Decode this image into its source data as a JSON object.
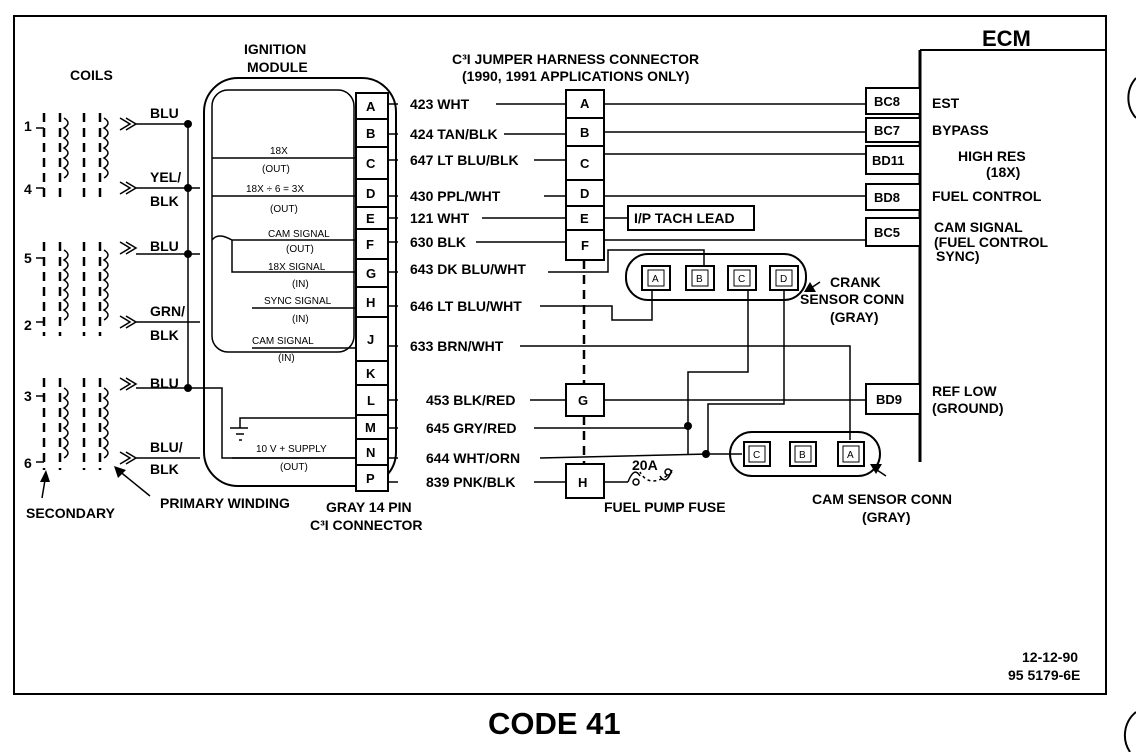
{
  "title": "CODE 41",
  "date": "12-12-90",
  "part_number": "95 5179-6E",
  "coils": {
    "heading": "COILS",
    "numbers": [
      "1",
      "4",
      "5",
      "2",
      "3",
      "6"
    ],
    "wires": [
      "BLU",
      "YEL/",
      "BLK",
      "BLU",
      "GRN/",
      "BLK",
      "BLU",
      "BLU/",
      "BLK"
    ],
    "secondary": "SECONDARY",
    "primary_winding": "PRIMARY WINDING"
  },
  "module": {
    "title_line1": "IGNITION",
    "title_line2": "MODULE",
    "connector_line1": "GRAY 14 PIN",
    "connector_line2": "C³I CONNECTOR",
    "pins": [
      "A",
      "B",
      "C",
      "D",
      "E",
      "F",
      "G",
      "H",
      "J",
      "K",
      "L",
      "M",
      "N",
      "P"
    ],
    "signals": [
      {
        "top": "18X",
        "bottom": "(OUT)"
      },
      {
        "top": "18X ÷ 6 = 3X",
        "bottom": "(OUT)"
      },
      {
        "top": "CAM SIGNAL",
        "bottom": "(OUT)"
      },
      {
        "top": "18X SIGNAL",
        "bottom": "(IN)"
      },
      {
        "top": "SYNC SIGNAL",
        "bottom": "(IN)"
      },
      {
        "top": "CAM SIGNAL",
        "bottom": "(IN)"
      },
      {
        "top": "10 V + SUPPLY",
        "bottom": "(OUT)"
      }
    ]
  },
  "wires": [
    "423 WHT",
    "424 TAN/BLK",
    "647 LT BLU/BLK",
    "430 PPL/WHT",
    "121 WHT",
    "630 BLK",
    "643 DK BLU/WHT",
    "646 LT BLU/WHT",
    "633 BRN/WHT",
    "453 BLK/RED",
    "645 GRY/RED",
    "644 WHT/ORN",
    "839 PNK/BLK"
  ],
  "jumper": {
    "title_line1": "C³I JUMPER HARNESS CONNECTOR",
    "title_line2": "(1990, 1991 APPLICATIONS ONLY)",
    "pins": [
      "A",
      "B",
      "C",
      "D",
      "E",
      "F"
    ],
    "pin_g": "G",
    "pin_h": "H"
  },
  "tach_lead": "I/P TACH LEAD",
  "fuse": {
    "rating": "20A",
    "label": "FUEL PUMP FUSE"
  },
  "crank_sensor": {
    "pins": [
      "A",
      "B",
      "C",
      "D"
    ],
    "line1": "CRANK",
    "line2": "SENSOR CONN",
    "line3": "(GRAY)"
  },
  "cam_sensor": {
    "pins": [
      "C",
      "B",
      "A"
    ],
    "line1": "CAM SENSOR CONN",
    "line2": "(GRAY)"
  },
  "ecm": {
    "title": "ECM",
    "pins": [
      "BC8",
      "BC7",
      "BD11",
      "BD8",
      "BC5",
      "BD9"
    ],
    "labels": {
      "est": "EST",
      "bypass": "BYPASS",
      "high_res_1": "HIGH RES",
      "high_res_2": "(18X)",
      "fuel_control": "FUEL CONTROL",
      "cam_signal_1": "CAM SIGNAL",
      "cam_signal_2": "(FUEL CONTROL",
      "cam_signal_3": "SYNC)",
      "ref_low_1": "REF LOW",
      "ref_low_2": "(GROUND)"
    }
  }
}
